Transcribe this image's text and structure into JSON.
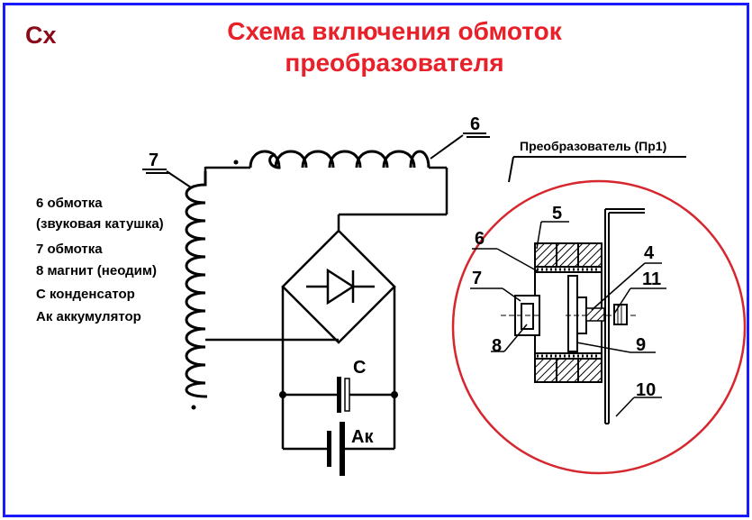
{
  "corner_tag": "Сх",
  "title_line1": "Схема включения обмоток",
  "title_line2": "преобразователя",
  "legend": [
    "6 обмотка",
    "(звуковая катушка)",
    "7 обмотка",
    "8 магнит (неодим)",
    "С конденсатор",
    "Ак аккумулятор"
  ],
  "circuit_labels": {
    "coil7": "7",
    "coil6": "6",
    "capacitor": "С",
    "battery": "Ак"
  },
  "converter": {
    "title": "Преобразователь (Пр1)",
    "parts": [
      "5",
      "6",
      "7",
      "8",
      "4",
      "11",
      "9",
      "10"
    ]
  },
  "colors": {
    "frame": "#1a1aff",
    "title": "#e8202a",
    "corner_tag": "#8b0a1a",
    "circle": "#d6262e",
    "line": "#000000"
  }
}
